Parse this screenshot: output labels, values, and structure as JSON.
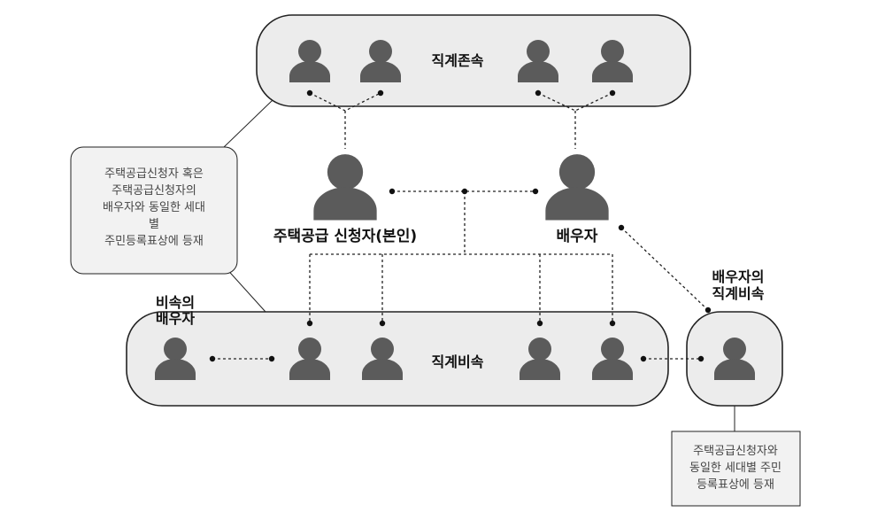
{
  "groups": {
    "ancestors": "직계존속",
    "descendants": "직계비속"
  },
  "persons": {
    "applicant": "주택공급 신청자(본인)",
    "spouse": "배우자",
    "descendant_spouse_line1": "비속의",
    "descendant_spouse_line2": "배우자",
    "spouse_descendant_line1": "배우자의",
    "spouse_descendant_line2": "직계비속"
  },
  "notes": {
    "left": [
      "주택공급신청자 혹은",
      "주택공급신청자의",
      "배우자와 동일한 세대",
      "별",
      "주민등록표상에 등재"
    ],
    "right": [
      "주택공급신청자와",
      "동일한 세대별 주민",
      "등록표상에 등재"
    ]
  },
  "colors": {
    "person": "#5b5b5b",
    "group_fill": "#ececec",
    "outline": "#222222",
    "connector": "#222222"
  },
  "icons": {
    "person": "person-icon"
  }
}
